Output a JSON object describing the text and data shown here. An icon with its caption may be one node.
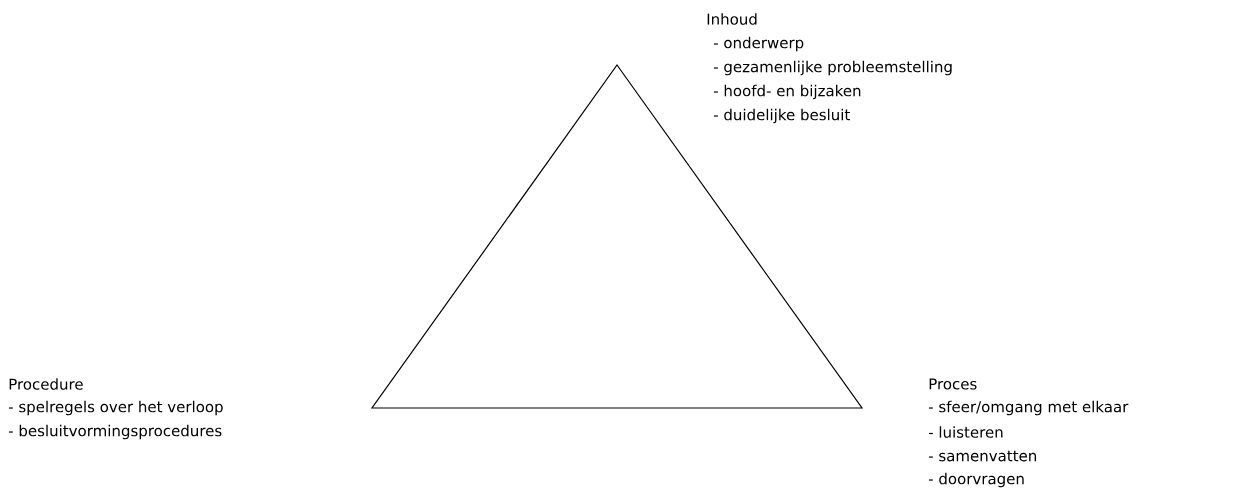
{
  "diagram": {
    "labels": [
      "Inhoud",
      "- onderwerp",
      "- gezamenlijke probleemstelling",
      "- hoofd- en bijzaken",
      "- duidelijke besluit",
      "Procedure",
      "- spelregels over het verloop",
      "- besluitvormingsprocedures",
      "Proces",
      "- sfeer/omgang met elkaar",
      "- luisteren",
      "- samenvatten",
      "- doorvragen"
    ]
  }
}
